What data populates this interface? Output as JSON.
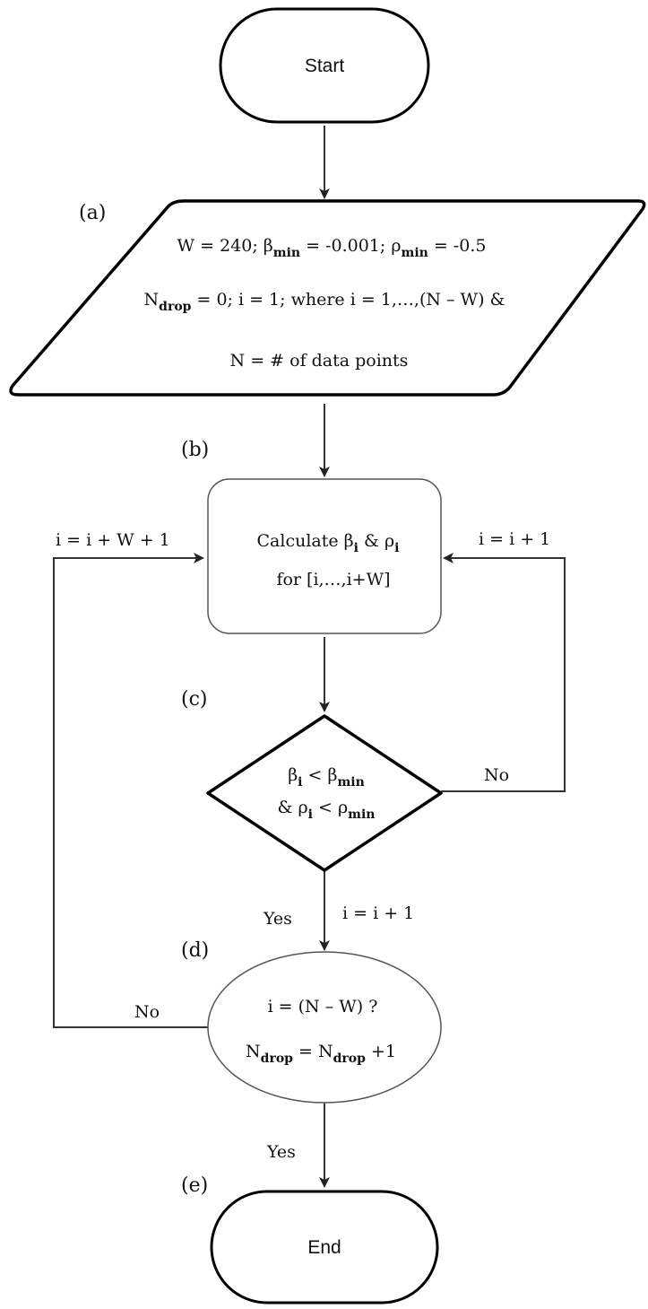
{
  "nodes": {
    "start": {
      "label": "Start"
    },
    "input": {
      "step": "(a)",
      "line1": {
        "w": "W = 240; β",
        "beta_sub": "min",
        "mid": " = -0.001; ρ",
        "rho_sub": "min",
        "end": " = -0.5"
      },
      "line2": {
        "n": "N",
        "n_sub": "drop",
        "rest": " = 0; i = 1; where i = 1,…,(N – W) &"
      },
      "line3": "N = # of data points"
    },
    "calc": {
      "step": "(b)",
      "line1": {
        "pre": "Calculate β",
        "beta_sub": "i",
        "mid": " & ρ",
        "rho_sub": "i"
      },
      "line2": "for [i,…,i+W]"
    },
    "decision": {
      "step": "(c)",
      "line1": {
        "b": "β",
        "b_sub": "i",
        "mid": " < β",
        "bmin_sub": "min"
      },
      "line2": {
        "pre": "& ρ",
        "r_sub": "i",
        "mid": " < ρ",
        "rmin_sub": "min"
      }
    },
    "check": {
      "step": "(d)",
      "line1": "i = (N – W) ?",
      "line2": {
        "n": "N",
        "n_sub": "drop",
        "mid": " =  N",
        "n2_sub": "drop",
        "end": "  +1"
      }
    },
    "end": {
      "step": "(e)",
      "label": "End"
    }
  },
  "edges": {
    "loop_left_label": "i = i + W + 1",
    "loop_right_label": "i = i + 1",
    "decision_no": "No",
    "decision_yes": "Yes",
    "yes_increment": "i = i + 1",
    "check_no": "No",
    "check_yes": "Yes"
  }
}
